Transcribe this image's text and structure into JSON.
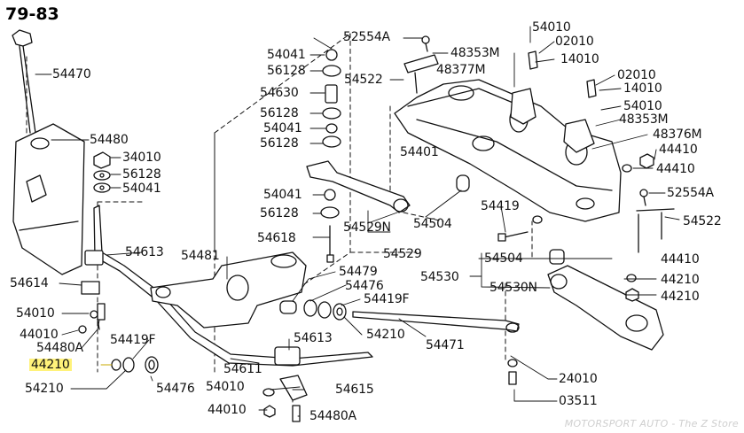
{
  "diagram": {
    "title": "79-83",
    "watermark": "MOTORSPORT AUTO - The Z Store",
    "highlight_color": "#fff27a",
    "labels": {
      "p52554A_top": "52554A",
      "p54010_top": "54010",
      "p02010_top": "02010",
      "p14010_top": "14010",
      "p48353M_top": "48353M",
      "p48377M": "48377M",
      "p54470": "54470",
      "p54041_a": "54041",
      "p56128_a": "56128",
      "p54630": "54630",
      "p56128_b": "56128",
      "p54041_b": "54041",
      "p56128_c": "56128",
      "p54522_top": "54522",
      "p02010_right": "02010",
      "p14010_right": "14010",
      "p54010_right": "54010",
      "p48353M_right": "48353M",
      "p48376M": "48376M",
      "p54480": "54480",
      "p34010": "34010",
      "p56128_left": "56128",
      "p54041_left": "54041",
      "p54401": "54401",
      "p44410_a": "44410",
      "p44410_b": "44410",
      "p52554A_right": "52554A",
      "p54041_c": "54041",
      "p56128_d": "56128",
      "p54419_mid": "54419",
      "p54522_right": "54522",
      "p54529N": "54529N",
      "p54504_mid": "54504",
      "p54618": "54618",
      "p54529": "54529",
      "p54613_upper": "54613",
      "p54481": "54481",
      "p54504_right": "54504",
      "p44410_c": "44410",
      "p54614": "54614",
      "p54479": "54479",
      "p54476_a": "54476",
      "p54530": "54530",
      "p54419F_a": "54419F",
      "p54530N": "54530N",
      "p44210_right_a": "44210",
      "p44210_right_b": "44210",
      "p54010_left": "54010",
      "p44010_left": "44010",
      "p54480A_left": "54480A",
      "p54210_a": "54210",
      "p54471": "54471",
      "p54419F_b": "54419F",
      "p54613_lower": "54613",
      "p44210_highlight": "44210",
      "p54611": "54611",
      "p54476_b": "54476",
      "p24010": "24010",
      "p54210_b": "54210",
      "p54010_bottom": "54010",
      "p54615": "54615",
      "p44010_bottom": "44010",
      "p54480A_bottom": "54480A",
      "p03511": "03511"
    }
  }
}
